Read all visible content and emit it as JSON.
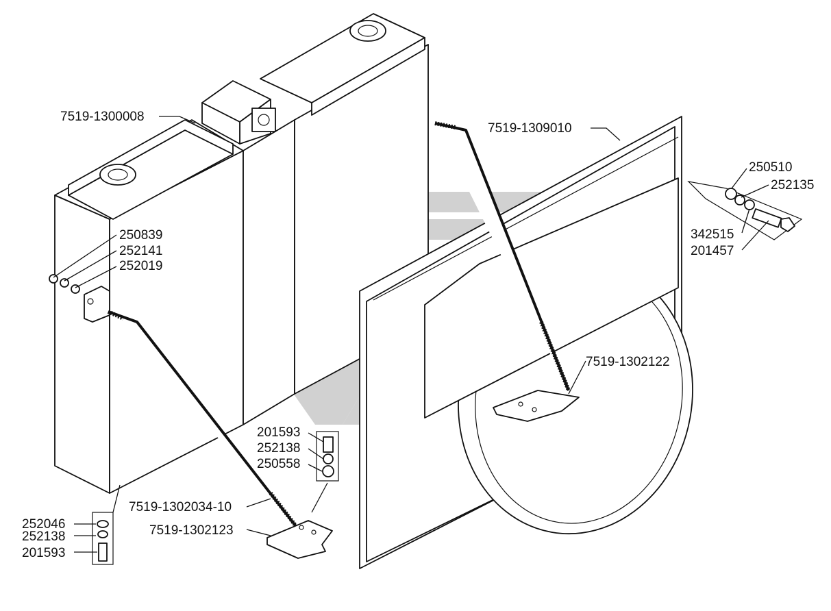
{
  "diagram": {
    "callouts": {
      "radiator": "7519-1300008",
      "shroud": "7519-1309010",
      "left_nut": "250839",
      "left_washer_1": "252141",
      "left_washer_2": "252019",
      "right_nut": "250510",
      "right_washer_1": "252135",
      "right_washer_2": "342515",
      "right_bolt": "201457",
      "mid_bolt": "201593",
      "mid_washer": "252138",
      "mid_nut": "250558",
      "rod_long": "7519-1302034-10",
      "bracket_left": "7519-1302123",
      "bracket_right": "7519-1302122",
      "bottom_washer": "252046",
      "bottom_washer_2": "252138",
      "bottom_bolt": "201593"
    }
  }
}
